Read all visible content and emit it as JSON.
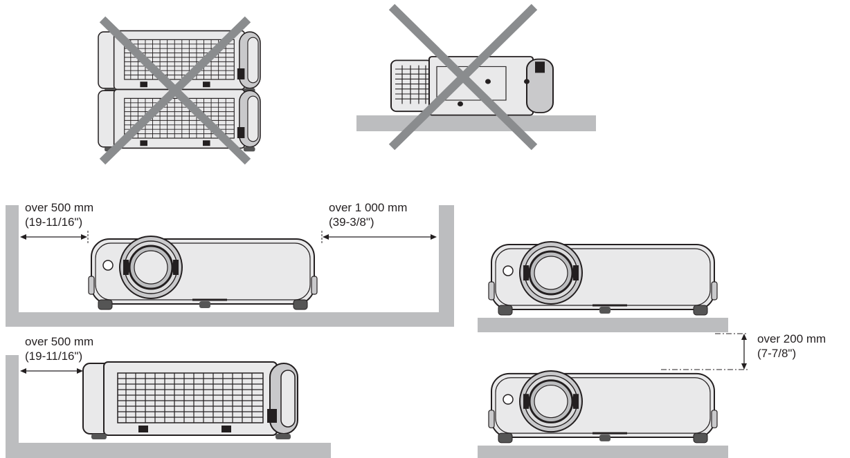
{
  "colors": {
    "surface": "#bcbdbf",
    "cross": "#8a8c8e",
    "projector_outline": "#231f20",
    "projector_fill": "#e9e9ea",
    "projector_shade": "#c9c9cb",
    "text": "#231f20"
  },
  "labels": {
    "side_front_distance": "over 500 mm",
    "side_front_distance_in": "(19-11/16\")",
    "side_rear_distance": "over 1 000 mm",
    "side_rear_distance_in": "(39-3/8\")",
    "wall_vent_distance": "over 500 mm",
    "wall_vent_distance_in": "(19-11/16\")",
    "stack_gap_distance": "over 200 mm",
    "stack_gap_distance_in": "(7-7/8\")"
  },
  "icons": {
    "prohibited_mark": "x-cross-icon",
    "clearance_arrow": "double-arrow-icon"
  }
}
